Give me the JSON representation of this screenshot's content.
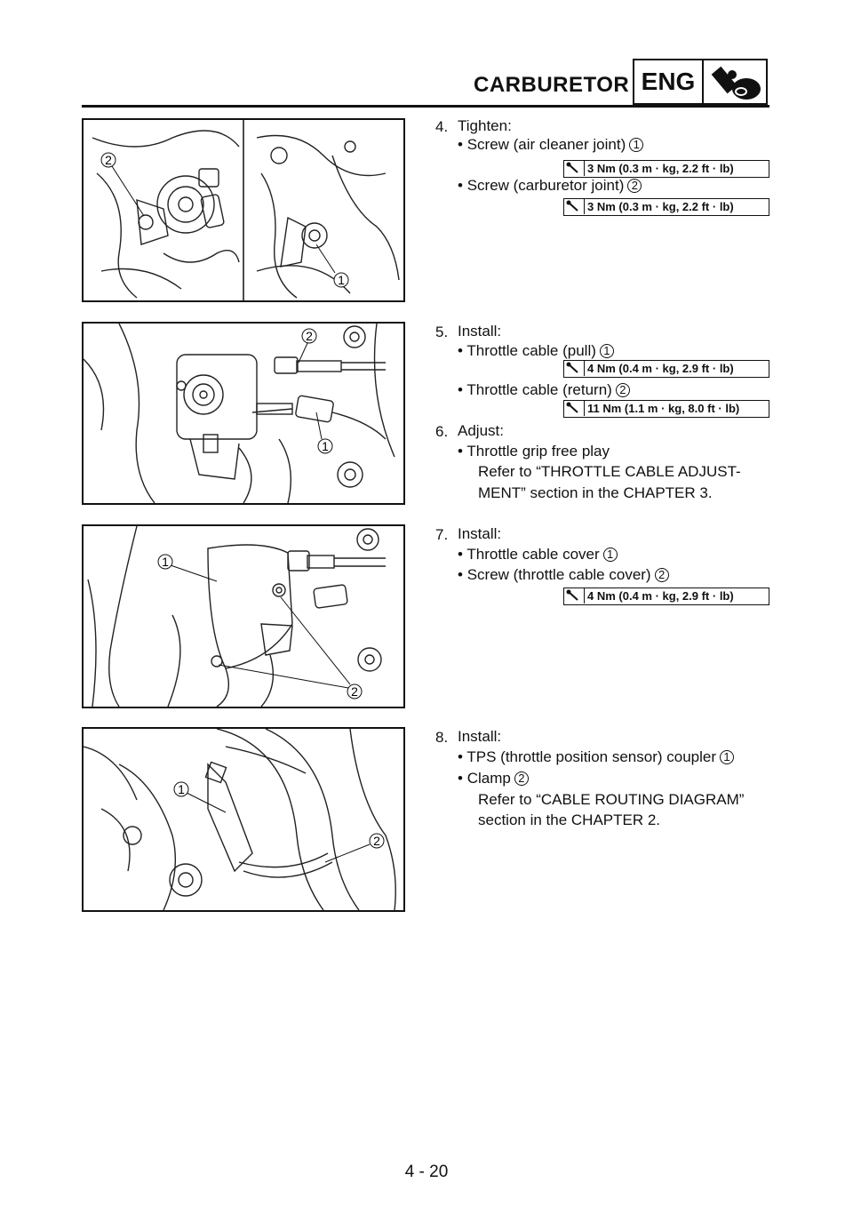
{
  "header": {
    "section": "CARBURETOR",
    "badge": "ENG"
  },
  "steps": {
    "s4": {
      "num": "4.",
      "label": "Tighten:",
      "items": [
        "Screw (air cleaner joint)",
        "Screw (carburetor joint)"
      ],
      "markers": [
        "1",
        "2"
      ],
      "torques": [
        "3 Nm (0.3 m · kg, 2.2 ft · lb)",
        "3 Nm (0.3 m · kg, 2.2 ft · lb)"
      ]
    },
    "s5": {
      "num": "5.",
      "label": "Install:",
      "items": [
        "Throttle cable (pull)",
        "Throttle cable (return)"
      ],
      "markers": [
        "1",
        "2"
      ],
      "torques": [
        "4 Nm (0.4 m · kg, 2.9 ft · lb)",
        "11 Nm (1.1 m · kg, 8.0 ft · lb)"
      ]
    },
    "s6": {
      "num": "6.",
      "label": "Adjust:",
      "items": [
        "Throttle grip free play"
      ],
      "note": [
        "Refer to “THROTTLE CABLE ADJUST-",
        "MENT” section in the CHAPTER 3."
      ]
    },
    "s7": {
      "num": "7.",
      "label": "Install:",
      "items": [
        "Throttle cable cover",
        "Screw (throttle cable cover)"
      ],
      "markers": [
        "1",
        "2"
      ],
      "torques": [
        "4 Nm (0.4 m · kg, 2.9 ft · lb)"
      ]
    },
    "s8": {
      "num": "8.",
      "label": "Install:",
      "items": [
        "TPS (throttle position sensor) coupler",
        "Clamp"
      ],
      "markers": [
        "1",
        "2"
      ],
      "note": [
        "Refer to “CABLE ROUTING DIAGRAM”",
        "section in the CHAPTER 2."
      ]
    }
  },
  "figures": {
    "f1": {
      "callouts": [
        "2",
        "1"
      ]
    },
    "f2": {
      "callouts": [
        "2",
        "1"
      ]
    },
    "f3": {
      "callouts": [
        "1",
        "2"
      ]
    },
    "f4": {
      "callouts": [
        "1",
        "2"
      ]
    }
  },
  "footer": {
    "page": "4 - 20"
  }
}
